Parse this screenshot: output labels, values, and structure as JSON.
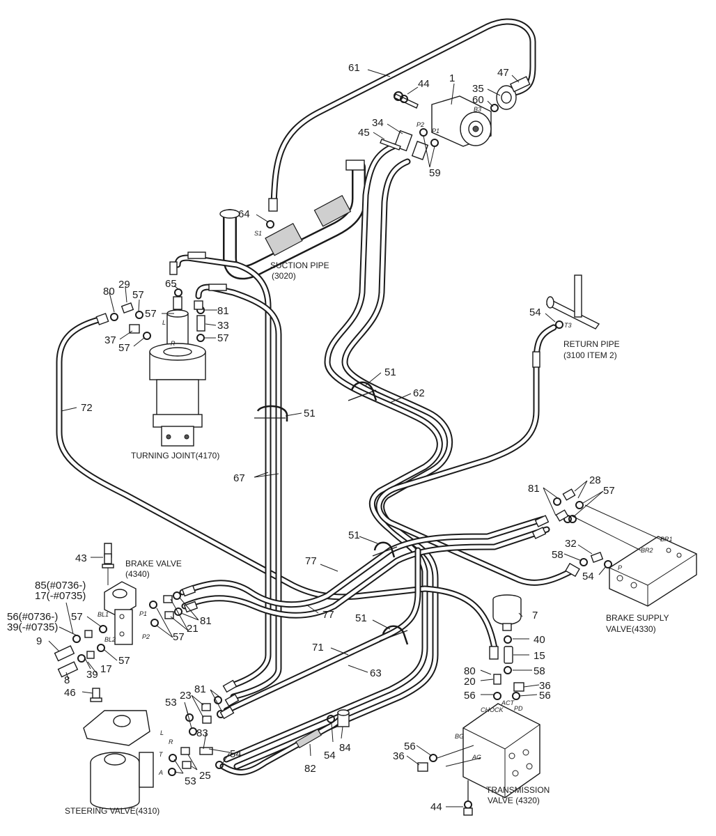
{
  "callouts": [
    {
      "id": "n1",
      "text": "1"
    },
    {
      "id": "n44a",
      "text": "44"
    },
    {
      "id": "n35",
      "text": "35"
    },
    {
      "id": "n47",
      "text": "47"
    },
    {
      "id": "n61",
      "text": "61"
    },
    {
      "id": "n60",
      "text": "60"
    },
    {
      "id": "n34",
      "text": "34"
    },
    {
      "id": "n45",
      "text": "45"
    },
    {
      "id": "n59",
      "text": "59"
    },
    {
      "id": "n64",
      "text": "64"
    },
    {
      "id": "n65",
      "text": "65"
    },
    {
      "id": "n80a",
      "text": "80"
    },
    {
      "id": "n29",
      "text": "29"
    },
    {
      "id": "n57a",
      "text": "57"
    },
    {
      "id": "n57b",
      "text": "57"
    },
    {
      "id": "n81a",
      "text": "81"
    },
    {
      "id": "n33",
      "text": "33"
    },
    {
      "id": "n57c",
      "text": "57"
    },
    {
      "id": "n37",
      "text": "37"
    },
    {
      "id": "n57d",
      "text": "57"
    },
    {
      "id": "n54a",
      "text": "54"
    },
    {
      "id": "n51a",
      "text": "51"
    },
    {
      "id": "n62",
      "text": "62"
    },
    {
      "id": "n72",
      "text": "72"
    },
    {
      "id": "n51b",
      "text": "51"
    },
    {
      "id": "n67",
      "text": "67"
    },
    {
      "id": "n28",
      "text": "28"
    },
    {
      "id": "n81b",
      "text": "81"
    },
    {
      "id": "n57e",
      "text": "57"
    },
    {
      "id": "n51c",
      "text": "51"
    },
    {
      "id": "n43",
      "text": "43"
    },
    {
      "id": "n77a",
      "text": "77"
    },
    {
      "id": "n32",
      "text": "32"
    },
    {
      "id": "n58a",
      "text": "58"
    },
    {
      "id": "n54b",
      "text": "54"
    },
    {
      "id": "n85",
      "text": "85(#0736-)"
    },
    {
      "id": "n17a",
      "text": "17(-#0735)"
    },
    {
      "id": "n77b",
      "text": "77"
    },
    {
      "id": "n57f",
      "text": "57"
    },
    {
      "id": "n81c",
      "text": "81"
    },
    {
      "id": "n21",
      "text": "21"
    },
    {
      "id": "n56a",
      "text": "56(#0736-)"
    },
    {
      "id": "n39a",
      "text": "39(-#0735)"
    },
    {
      "id": "n7",
      "text": "7"
    },
    {
      "id": "n51d",
      "text": "51"
    },
    {
      "id": "n57g",
      "text": "57"
    },
    {
      "id": "n9",
      "text": "9"
    },
    {
      "id": "n57h",
      "text": "57"
    },
    {
      "id": "n40",
      "text": "40"
    },
    {
      "id": "n71",
      "text": "71"
    },
    {
      "id": "n15",
      "text": "15"
    },
    {
      "id": "n17b",
      "text": "17"
    },
    {
      "id": "n39b",
      "text": "39"
    },
    {
      "id": "n63",
      "text": "63"
    },
    {
      "id": "n80b",
      "text": "80"
    },
    {
      "id": "n58b",
      "text": "58"
    },
    {
      "id": "n8",
      "text": "8"
    },
    {
      "id": "n20",
      "text": "20"
    },
    {
      "id": "n36a",
      "text": "36"
    },
    {
      "id": "n46",
      "text": "46"
    },
    {
      "id": "n81d",
      "text": "81"
    },
    {
      "id": "n56b",
      "text": "56"
    },
    {
      "id": "n56c",
      "text": "56"
    },
    {
      "id": "n23",
      "text": "23"
    },
    {
      "id": "n53a",
      "text": "53"
    },
    {
      "id": "n84",
      "text": "84"
    },
    {
      "id": "n83",
      "text": "83"
    },
    {
      "id": "n54c",
      "text": "54"
    },
    {
      "id": "n54d",
      "text": "54"
    },
    {
      "id": "n56d",
      "text": "56"
    },
    {
      "id": "n36b",
      "text": "36"
    },
    {
      "id": "n82",
      "text": "82"
    },
    {
      "id": "n25",
      "text": "25"
    },
    {
      "id": "n53b",
      "text": "53"
    },
    {
      "id": "n44b",
      "text": "44"
    }
  ],
  "captions": {
    "suction_pipe": "SUCTION PIPE",
    "suction_pipe_ref": "(3020)",
    "turning_joint": "TURNING JOINT(4170)",
    "return_pipe": "RETURN PIPE",
    "return_pipe_ref": "(3100 ITEM 2)",
    "brake_valve": "BRAKE VALVE",
    "brake_valve_ref": "(4340)",
    "brake_supply": "BRAKE SUPPLY",
    "brake_supply_ref": "VALVE(4330)",
    "steering_valve": "STEERING VALVE(4310)",
    "transmission": "TRANSMISSION",
    "transmission_ref": "VALVE (4320)"
  },
  "ports": {
    "p2": "P2",
    "p1": "P1",
    "b3": "B3",
    "s1": "S1",
    "t3": "T3",
    "l": "L",
    "r": "R",
    "bl1": "BL1",
    "bl2": "BL2",
    "pp1": "P1",
    "pp2": "P2",
    "br2": "BR2",
    "br1": "BR1",
    "p": "P",
    "chock": "CHOCK",
    "act": "ACT",
    "pd": "PD",
    "bg": "BG",
    "ag": "AG",
    "sl": "L",
    "sr": "R",
    "st": "T",
    "sa": "A"
  }
}
